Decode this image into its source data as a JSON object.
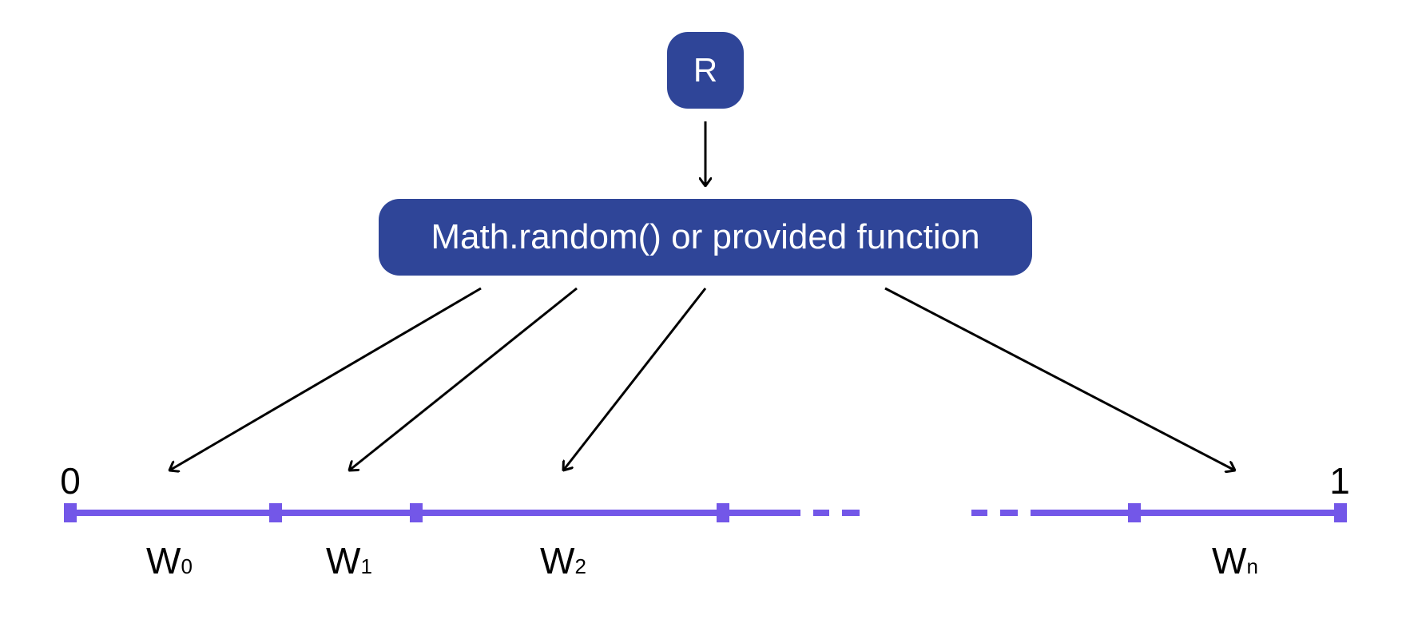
{
  "nodes": {
    "r": {
      "label": "R"
    },
    "function": {
      "label": "Math.random() or provided function"
    }
  },
  "number_line": {
    "start_label": "0",
    "end_label": "1",
    "weights": [
      {
        "base": "W",
        "sub": "0"
      },
      {
        "base": "W",
        "sub": "1"
      },
      {
        "base": "W",
        "sub": "2"
      },
      {
        "base": "W",
        "sub": "n"
      }
    ]
  },
  "colors": {
    "node_fill": "#2f4598",
    "line": "#7357e8",
    "arrow": "#000000",
    "text_on_node": "#ffffff",
    "text": "#000000"
  }
}
